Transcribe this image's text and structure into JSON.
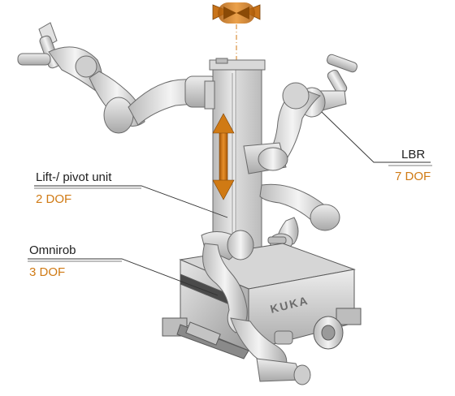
{
  "annotations": {
    "lbr": {
      "name": "LBR",
      "dof": "7 DOF"
    },
    "lift": {
      "name": "Lift-/ pivot unit",
      "dof": "2 DOF"
    },
    "omnirob": {
      "name": "Omnirob",
      "dof": "3 DOF"
    }
  },
  "branding": {
    "logo_text": "KUKA"
  },
  "colors": {
    "accent": "#d07a14",
    "label_text": "#1e1e1e",
    "leader_line": "#333333",
    "divider": "#555555"
  }
}
